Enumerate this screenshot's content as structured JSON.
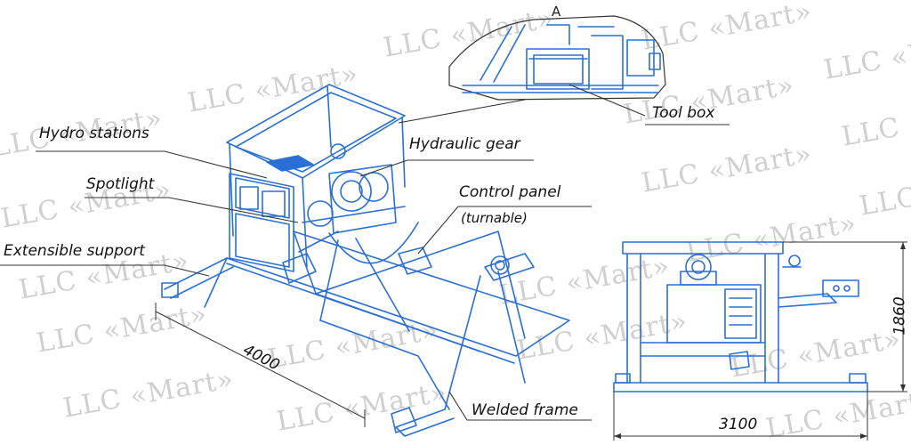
{
  "watermark": "LLC «Mart»",
  "view_label": "A",
  "callouts": {
    "tool_box": "Tool box",
    "hydro_stations": "Hydro stations",
    "hydraulic_gear": "Hydraulic gear",
    "spotlight": "Spotlight",
    "control_panel": "Control panel",
    "control_panel_note": "(turnable)",
    "extensible_support": "Extensible support",
    "welded_frame": "Welded frame"
  },
  "dimensions": {
    "length": "4000",
    "width": "3100",
    "height": "1860"
  },
  "colors": {
    "drawing": "#2a6fd6",
    "leader": "#333333",
    "watermark": "#cfcfcf"
  }
}
